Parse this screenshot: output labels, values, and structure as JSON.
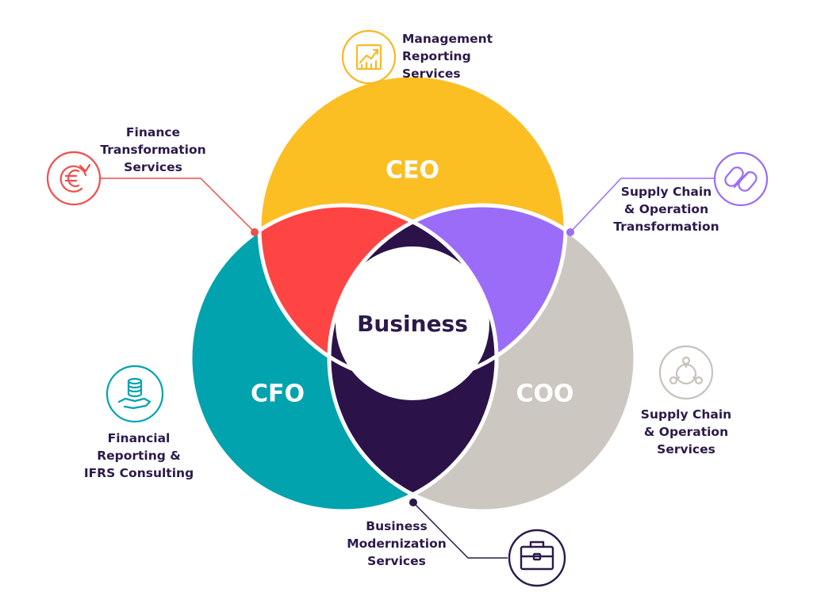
{
  "circles": {
    "ceo": {
      "label": "CEO",
      "color": "#fbbf24"
    },
    "cfo": {
      "label": "CFO",
      "color": "#00a3ae"
    },
    "coo": {
      "label": "COO",
      "color": "#cdc7c1"
    }
  },
  "overlaps": {
    "ceo_cfo": "#ff4444",
    "ceo_coo": "#9b6cf7",
    "cfo_coo": "#2b134a"
  },
  "center": {
    "label": "Business",
    "color": "#ffffff"
  },
  "services": {
    "management_reporting": {
      "label": "Management\nReporting\nServices",
      "icon": "chart-icon",
      "color": "#f7b924"
    },
    "finance_transformation": {
      "label": "Finance\nTransformation\nServices",
      "icon": "euro-cycle-icon",
      "color": "#f04e4e"
    },
    "supply_chain_transformation": {
      "label": "Supply Chain\n& Operation\nTransformation",
      "icon": "chain-link-icon",
      "color": "#9b6cf7"
    },
    "financial_reporting": {
      "label": "Financial\nReporting &\nIFRS Consulting",
      "icon": "coins-hand-icon",
      "color": "#00a3ae"
    },
    "supply_chain_services": {
      "label": "Supply Chain\n& Operation\nServices",
      "icon": "network-cycle-icon",
      "color": "#c9c2bb"
    },
    "business_modernization": {
      "label": "Business\nModernization\nServices",
      "icon": "briefcase-icon",
      "color": "#2b1a4a"
    }
  }
}
